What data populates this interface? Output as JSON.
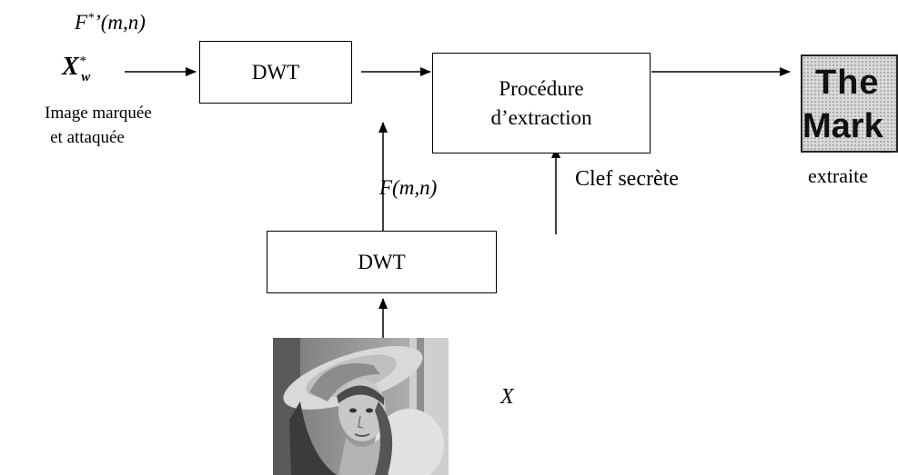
{
  "input_top_label": {
    "base": "F",
    "sup": "*",
    "rest": "’(m,n)"
  },
  "input_symbol": {
    "base": "X",
    "sup": "*",
    "sub": "w"
  },
  "input_caption": {
    "line1": "Image marquée",
    "line2": "et attaquée"
  },
  "dwt_top": {
    "label": "DWT"
  },
  "dwt_bottom": {
    "label": "DWT"
  },
  "extraction": {
    "line1": "Procédure",
    "line2": "d’extraction"
  },
  "key_label": "Clef secrète",
  "feature_label": "F(m,n)",
  "original_label": "X",
  "watermark": {
    "line1": "The",
    "line2": "Mark"
  },
  "output_caption": "extraite",
  "colors": {
    "line": "#000000",
    "mark_bg": "#d9d9d9",
    "mark_text": "#111111"
  },
  "icons": {
    "original_image": "portrait-photo-icon",
    "watermark_image": "watermark-logo-icon"
  }
}
